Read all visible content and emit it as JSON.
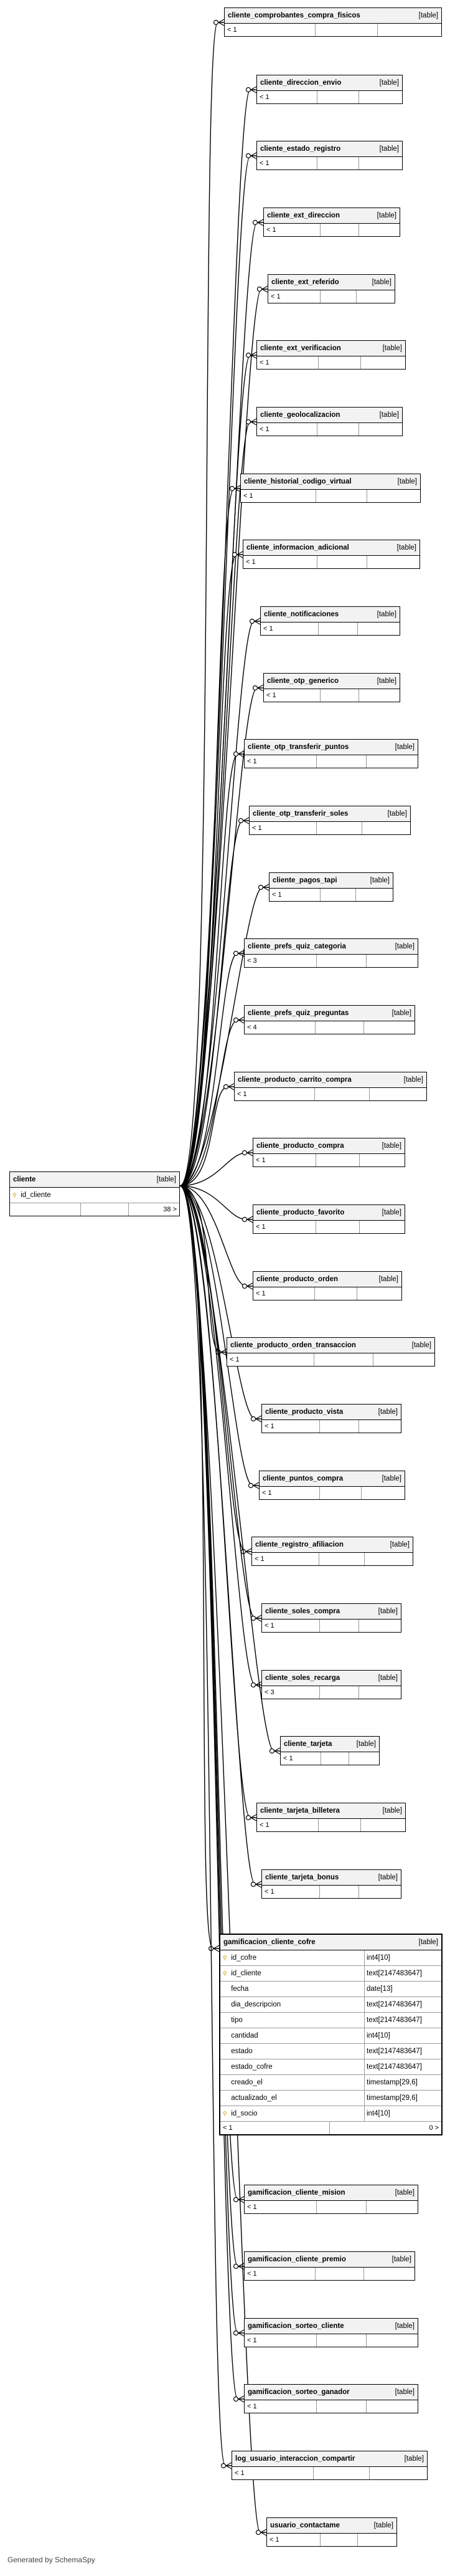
{
  "entity": {
    "name": "cliente",
    "type_label": "[table]",
    "column": "id_cliente",
    "footer": "38 >"
  },
  "children": [
    {
      "name": "cliente_comprobantes_compra_fisicos",
      "type": "[table]",
      "footer": "< 1"
    },
    {
      "name": "cliente_direccion_envio",
      "type": "[table]",
      "footer": "< 1"
    },
    {
      "name": "cliente_estado_registro",
      "type": "[table]",
      "footer": "< 1"
    },
    {
      "name": "cliente_ext_direccion",
      "type": "[table]",
      "footer": "< 1"
    },
    {
      "name": "cliente_ext_referido",
      "type": "[table]",
      "footer": "< 1"
    },
    {
      "name": "cliente_ext_verificacion",
      "type": "[table]",
      "footer": "< 1"
    },
    {
      "name": "cliente_geolocalizacion",
      "type": "[table]",
      "footer": "< 1"
    },
    {
      "name": "cliente_historial_codigo_virtual",
      "type": "[table]",
      "footer": "< 1"
    },
    {
      "name": "cliente_informacion_adicional",
      "type": "[table]",
      "footer": "< 1"
    },
    {
      "name": "cliente_notificaciones",
      "type": "[table]",
      "footer": "< 1"
    },
    {
      "name": "cliente_otp_generico",
      "type": "[table]",
      "footer": "< 1"
    },
    {
      "name": "cliente_otp_transferir_puntos",
      "type": "[table]",
      "footer": "< 1"
    },
    {
      "name": "cliente_otp_transferir_soles",
      "type": "[table]",
      "footer": "< 1"
    },
    {
      "name": "cliente_pagos_tapi",
      "type": "[table]",
      "footer": "< 1"
    },
    {
      "name": "cliente_prefs_quiz_categoria",
      "type": "[table]",
      "footer": "< 3"
    },
    {
      "name": "cliente_prefs_quiz_preguntas",
      "type": "[table]",
      "footer": "< 4"
    },
    {
      "name": "cliente_producto_carrito_compra",
      "type": "[table]",
      "footer": "< 1"
    },
    {
      "name": "cliente_producto_compra",
      "type": "[table]",
      "footer": "< 1"
    },
    {
      "name": "cliente_producto_favorito",
      "type": "[table]",
      "footer": "< 1"
    },
    {
      "name": "cliente_producto_orden",
      "type": "[table]",
      "footer": "< 1"
    },
    {
      "name": "cliente_producto_orden_transaccion",
      "type": "[table]",
      "footer": "< 1"
    },
    {
      "name": "cliente_producto_vista",
      "type": "[table]",
      "footer": "< 1"
    },
    {
      "name": "cliente_puntos_compra",
      "type": "[table]",
      "footer": "< 1"
    },
    {
      "name": "cliente_registro_afiliacion",
      "type": "[table]",
      "footer": "< 1"
    },
    {
      "name": "cliente_soles_compra",
      "type": "[table]",
      "footer": "< 1"
    },
    {
      "name": "cliente_soles_recarga",
      "type": "[table]",
      "footer": "< 3"
    },
    {
      "name": "cliente_tarjeta",
      "type": "[table]",
      "footer": "< 1"
    },
    {
      "name": "cliente_tarjeta_billetera",
      "type": "[table]",
      "footer": "< 1"
    },
    {
      "name": "cliente_tarjeta_bonus",
      "type": "[table]",
      "footer": "< 1"
    }
  ],
  "focus_table": {
    "name": "gamificacion_cliente_cofre",
    "type": "[table]",
    "columns": [
      {
        "name": "id_cofre",
        "type": "int4[10]",
        "key": "pk"
      },
      {
        "name": "id_cliente",
        "type": "text[2147483647]",
        "key": "fk"
      },
      {
        "name": "fecha",
        "type": "date[13]",
        "key": ""
      },
      {
        "name": "dia_descripcion",
        "type": "text[2147483647]",
        "key": ""
      },
      {
        "name": "tipo",
        "type": "text[2147483647]",
        "key": ""
      },
      {
        "name": "cantidad",
        "type": "int4[10]",
        "key": ""
      },
      {
        "name": "estado",
        "type": "text[2147483647]",
        "key": ""
      },
      {
        "name": "estado_cofre",
        "type": "text[2147483647]",
        "key": ""
      },
      {
        "name": "creado_el",
        "type": "timestamp[29,6]",
        "key": ""
      },
      {
        "name": "actualizado_el",
        "type": "timestamp[29,6]",
        "key": ""
      },
      {
        "name": "id_socio",
        "type": "int4[10]",
        "key": "fk"
      }
    ],
    "footer_left": "< 1",
    "footer_right": "0 >"
  },
  "children_after": [
    {
      "name": "gamificacion_cliente_mision",
      "type": "[table]",
      "footer": "< 1"
    },
    {
      "name": "gamificacion_cliente_premio",
      "type": "[table]",
      "footer": "< 1"
    },
    {
      "name": "gamificacion_sorteo_cliente",
      "type": "[table]",
      "footer": "< 1"
    },
    {
      "name": "gamificacion_sorteo_ganador",
      "type": "[table]",
      "footer": "< 1"
    },
    {
      "name": "log_usuario_interaccion_compartir",
      "type": "[table]",
      "footer": "< 1"
    },
    {
      "name": "usuario_contactame",
      "type": "[table]",
      "footer": "< 1"
    }
  ],
  "credit": "Generated by SchemaSpy"
}
